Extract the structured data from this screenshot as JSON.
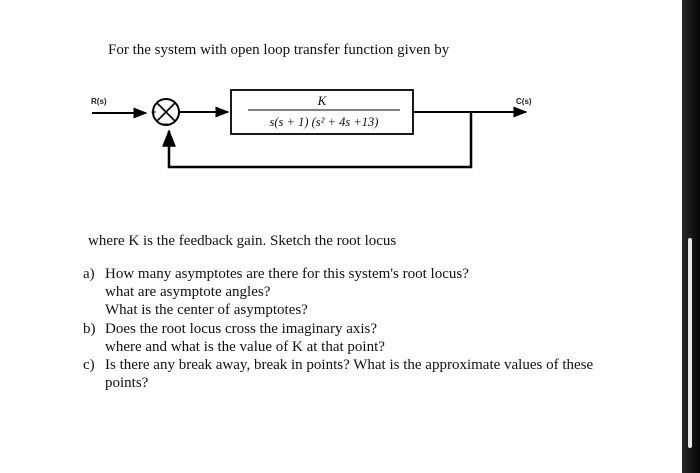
{
  "intro": "For the system with open loop transfer function given by",
  "diagram": {
    "input_label": "R(s)",
    "output_label": "C(s)",
    "plus_sign": "+",
    "minus_sign": "−",
    "numerator": "K",
    "denominator": "s(s + 1) (s² + 4s +13)"
  },
  "description": "where K is the feedback gain. Sketch the root locus",
  "questions": [
    {
      "label": "a)",
      "lines": [
        "How many asymptotes are there for this system's root locus?",
        "what are asymptote angles?",
        " What is the center of asymptotes?"
      ]
    },
    {
      "label": "b)",
      "lines": [
        "Does the root locus cross the imaginary axis?",
        "where and what is the value of K at that point?"
      ]
    },
    {
      "label": "c)",
      "lines": [
        "Is there any break away, break in points? What is the approximate values of these",
        "points?"
      ]
    }
  ],
  "colors": {
    "background": "#ffffff",
    "frame": "#000000",
    "text": "#111111",
    "scrollbar": "#e8e8e8"
  }
}
